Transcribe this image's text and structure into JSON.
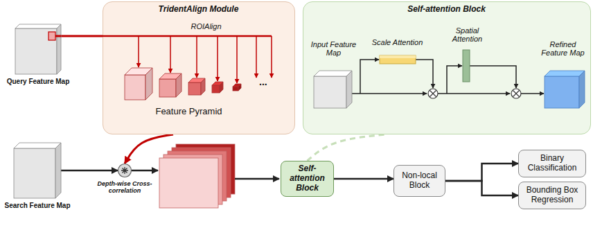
{
  "diagram": {
    "nodes": [
      {
        "text": [
          "Query Feature Map"
        ]
      },
      {
        "text": [
          "TridentAlign Module",
          "ROIAlign",
          "Feature Pyramid"
        ]
      },
      {
        "text": [
          "Self-attention Block"
        ]
      },
      {
        "text": [
          "Input Feature Map"
        ],
        "in": 2
      },
      {
        "text": [
          "Scale Attention"
        ],
        "in": 2
      },
      {
        "text": [
          "Spatial Attention"
        ],
        "in": 2
      },
      {
        "text": [
          "Refined Feature Map"
        ],
        "in": 2
      },
      {
        "text": [
          "Search Feature Map"
        ]
      },
      {
        "text": [
          "Depth-wise Cross-correlation"
        ]
      },
      {
        "text": [
          "Self-attention Block"
        ]
      },
      {
        "text": [
          "Non-local Block"
        ]
      },
      {
        "text": [
          "Binary Classification"
        ]
      },
      {
        "text": [
          "Bounding Box Regression"
        ]
      }
    ],
    "edges": [
      {
        "from": 0,
        "to": 1,
        "arrow": "none"
      },
      {
        "from": 7,
        "to": 8,
        "arrow": "to"
      },
      {
        "from": 1,
        "to": 8,
        "arrow": "to"
      },
      {
        "from": 9,
        "to": 10,
        "arrow": "to"
      },
      {
        "from": 10,
        "to": 11,
        "arrow": "to"
      },
      {
        "from": 10,
        "to": 12,
        "arrow": "to"
      },
      {
        "from": 9,
        "to": 2,
        "arrow": "none"
      }
    ],
    "labels": [
      "..."
    ]
  }
}
